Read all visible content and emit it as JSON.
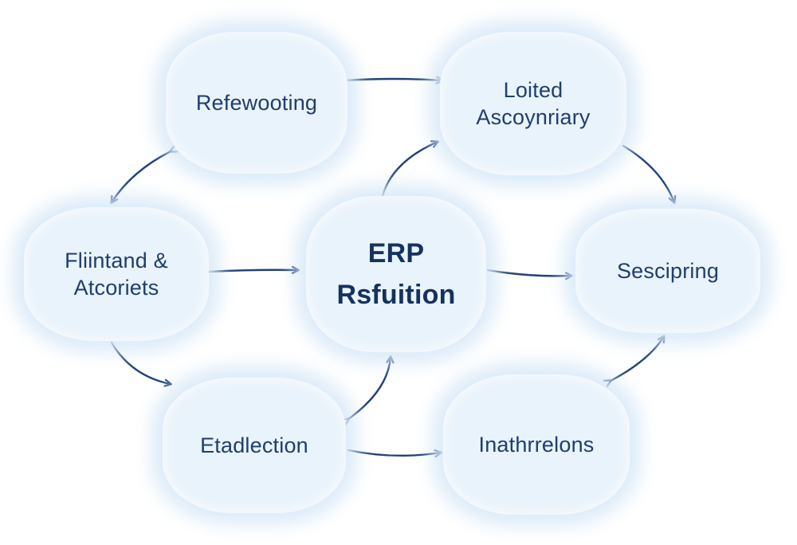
{
  "diagram": {
    "center": {
      "line1": "ERP",
      "line2": "Rsfuition"
    },
    "nodes": {
      "top_left": {
        "label": "Refewooting"
      },
      "top_right": {
        "line1": "Loited",
        "line2": "Ascoynriary"
      },
      "mid_left": {
        "line1": "Fliintand &",
        "line2": "Atcoriets"
      },
      "mid_right": {
        "label": "Sescipring"
      },
      "bottom_left": {
        "label": "Etadlection"
      },
      "bottom_right": {
        "label": "Inathrrelons"
      }
    },
    "colors": {
      "node_fill": "#e9f3fb",
      "text": "#1f3e6e",
      "arrow": "#20407a"
    }
  }
}
